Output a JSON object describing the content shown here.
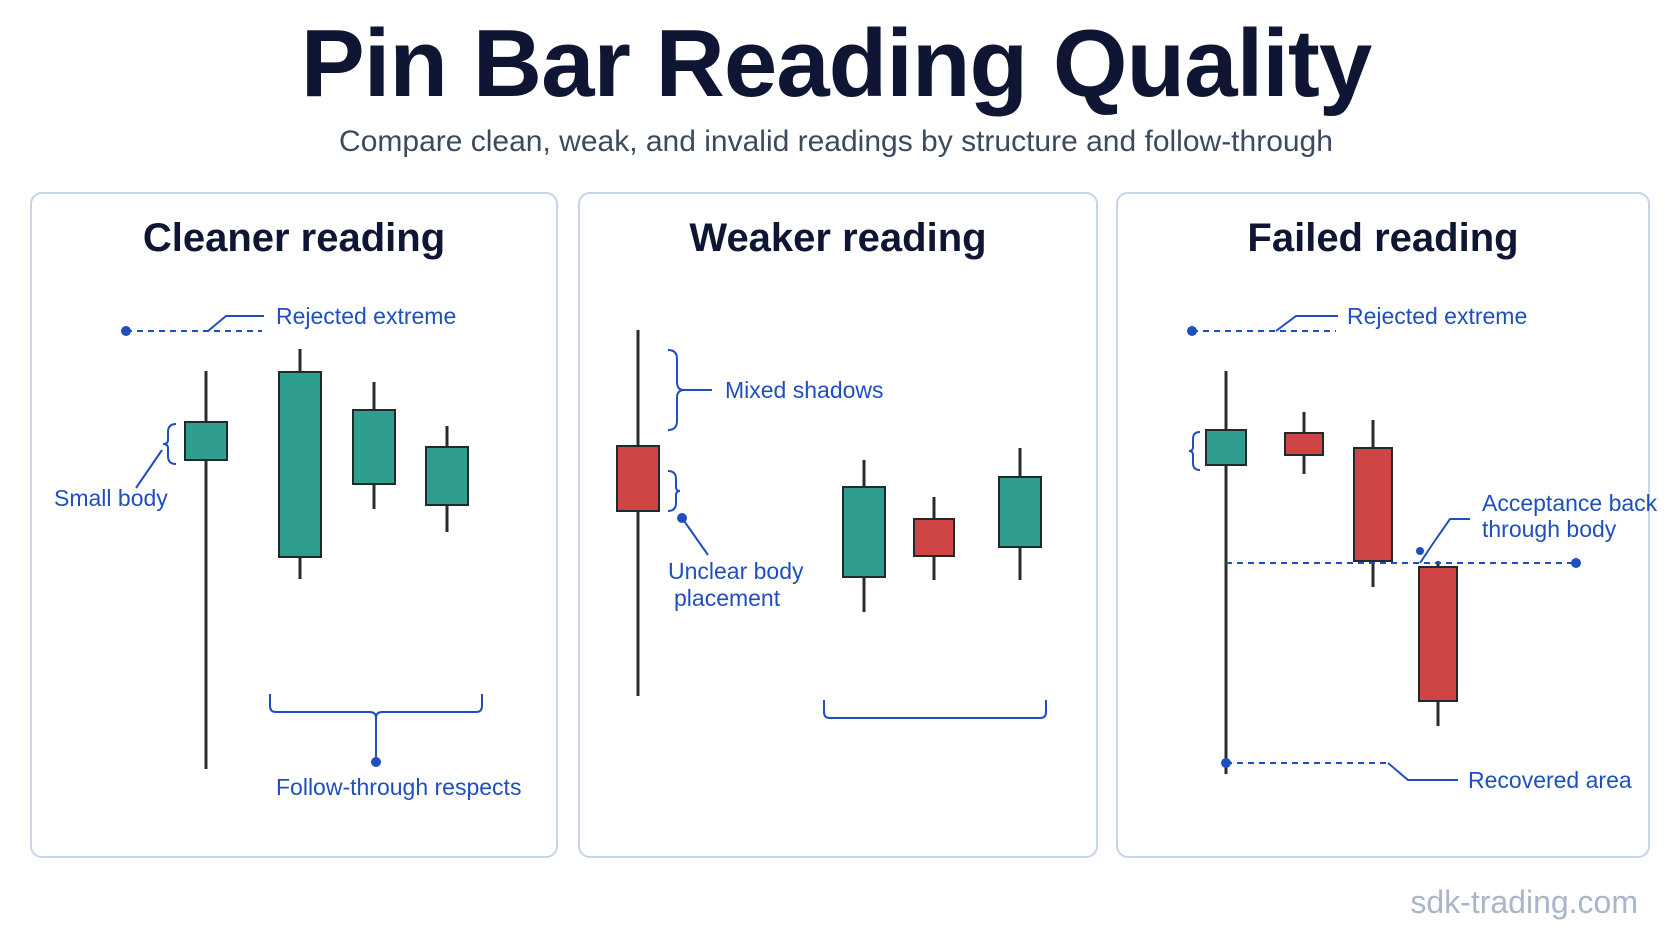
{
  "title": "Pin Bar Reading Quality",
  "subtitle": "Compare clean, weak, and invalid readings by structure and follow-through",
  "watermark": "sdk-trading.com",
  "colors": {
    "bullish": "#2f9e8f",
    "bearish": "#cf4444",
    "annotation": "#1f4fbf",
    "heading": "#0e1633"
  },
  "panels": [
    {
      "title": "Cleaner reading",
      "annotations": {
        "rejected_extreme": "Rejected extreme",
        "small_body": "Small body",
        "follow_through": "Follow-through respects"
      }
    },
    {
      "title": "Weaker reading",
      "annotations": {
        "mixed_shadows": "Mixed shadows",
        "unclear_body_1": "Unclear body",
        "unclear_body_2": "placement"
      }
    },
    {
      "title": "Failed reading",
      "annotations": {
        "rejected_extreme": "Rejected extreme",
        "acceptance_1": "Acceptance back",
        "acceptance_2": "through body",
        "recovered_area": "Recovered area"
      }
    }
  ]
}
